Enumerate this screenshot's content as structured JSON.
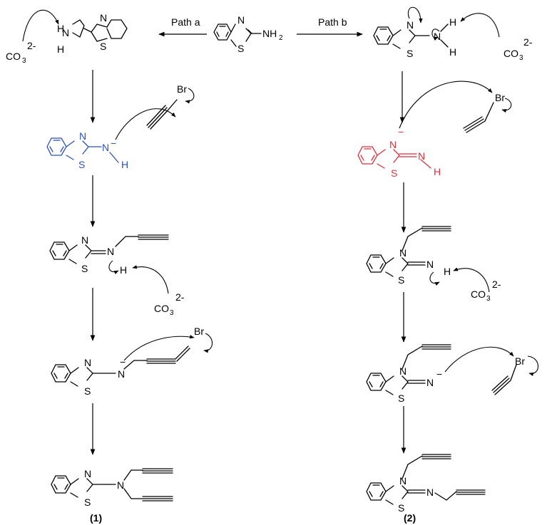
{
  "paths": {
    "path_a": "Path a",
    "path_b": "Path b"
  },
  "atoms": {
    "N": "N",
    "S": "S",
    "H": "H",
    "Br": "Br",
    "NH": "NH",
    "sub2": "2",
    "sub3": "3",
    "minus": "−",
    "CO": "CO",
    "charge": "2-"
  },
  "compounds": {
    "c1": "(1)",
    "c2": "(2)"
  },
  "colors": {
    "anion_a": "#2a52be",
    "anion_b": "#e0303a"
  }
}
